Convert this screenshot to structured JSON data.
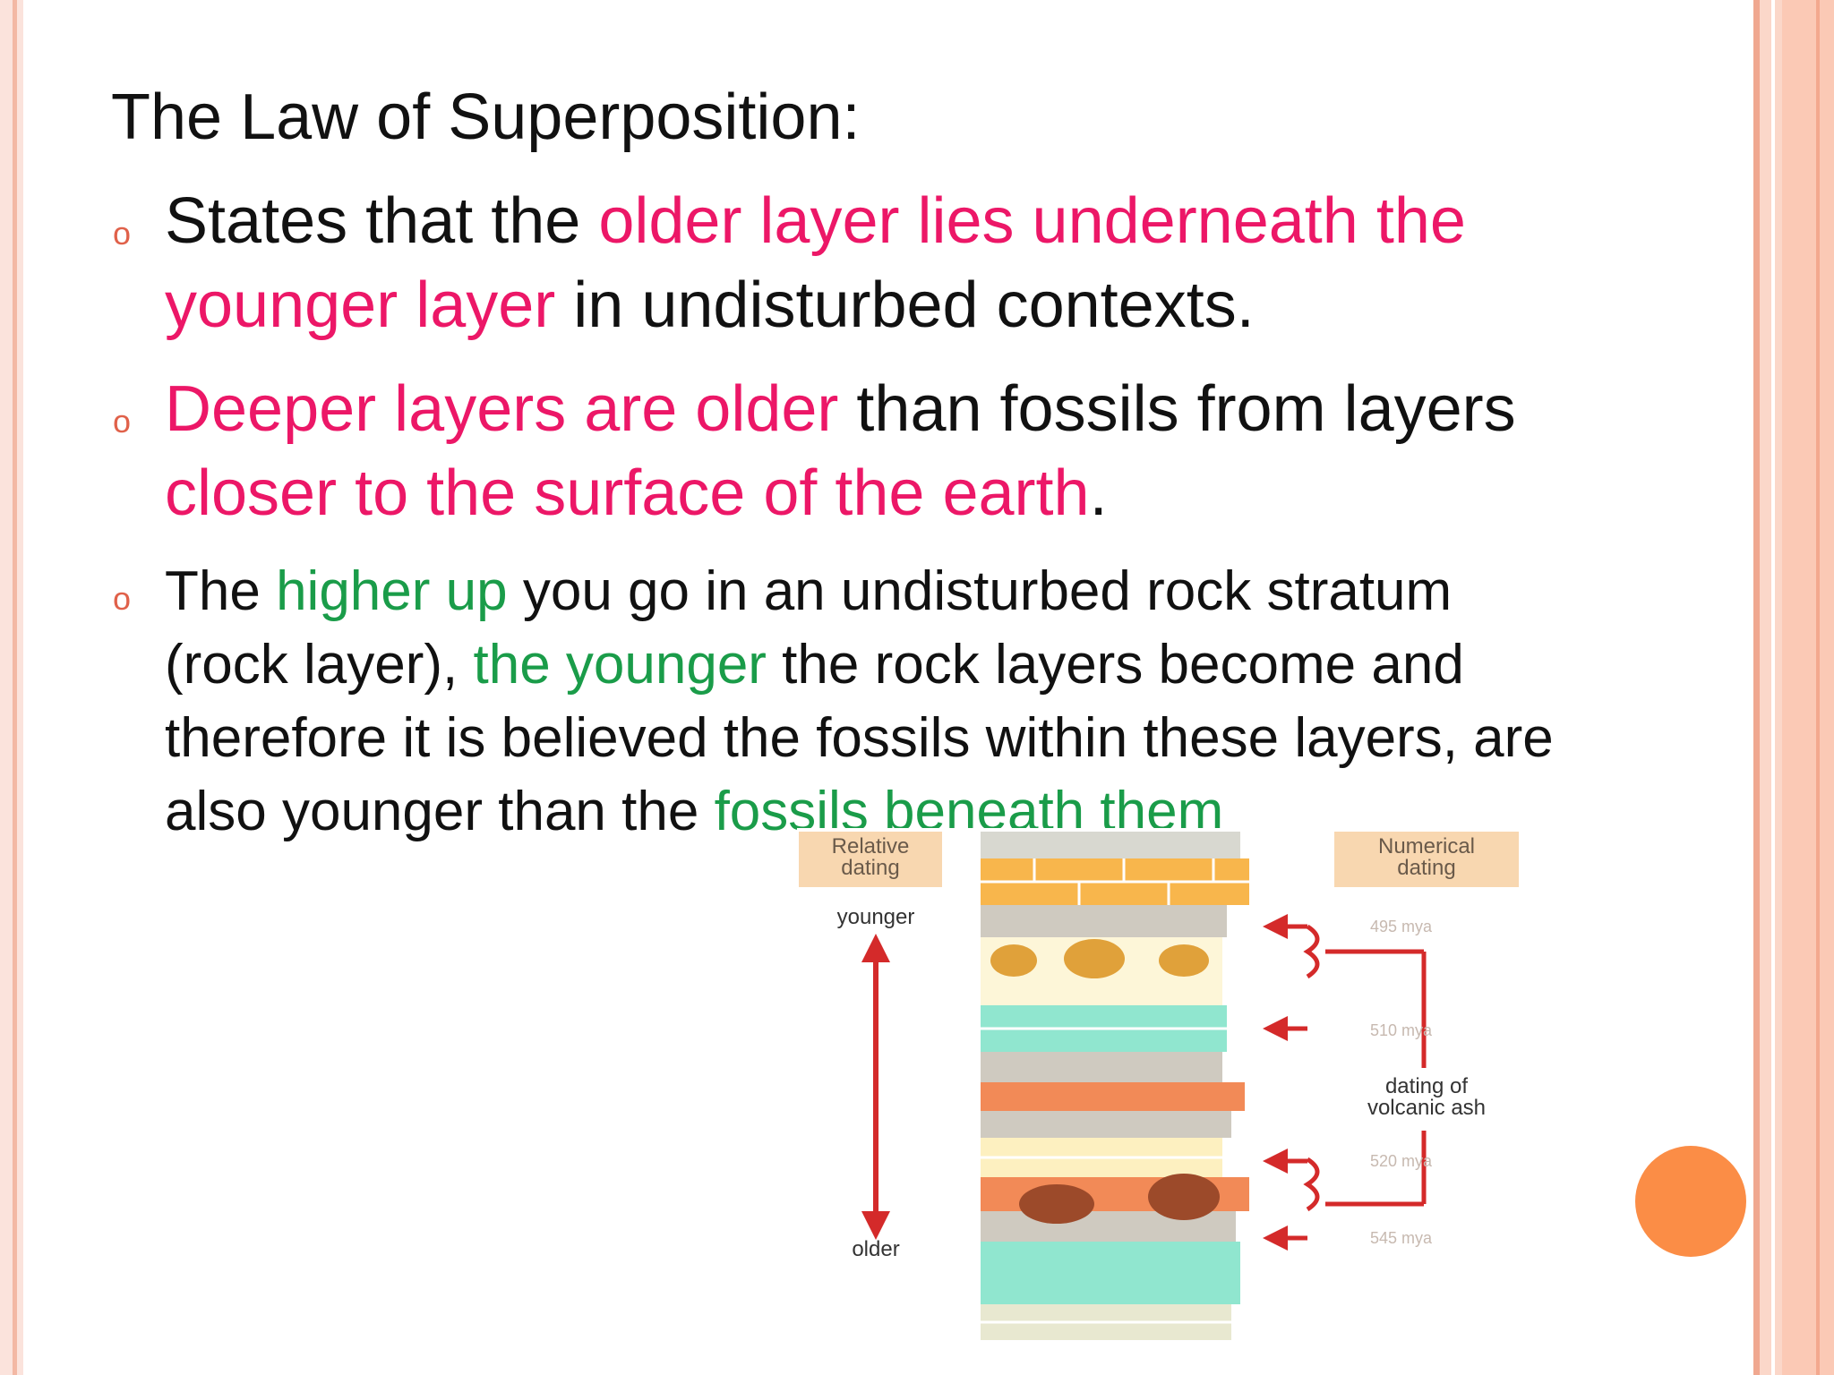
{
  "slide": {
    "title": "The Law of Superposition:",
    "bullet_marker": "o",
    "bullet1": {
      "a": "States that the ",
      "b": "older layer lies underneath the younger layer",
      "c": " in undisturbed contexts."
    },
    "bullet2": {
      "a": "Deeper layers are older",
      "b": " than fossils from layers ",
      "c": "closer to the surface of the earth",
      "d": "."
    },
    "bullet3": {
      "a": "The ",
      "b": "higher up",
      "c": " you go in an undisturbed rock stratum (rock layer), ",
      "d": "the younger",
      "e": " the rock layers become and therefore it is believed the fossils within these layers, are also younger than the ",
      "f": "fossils beneath them"
    }
  },
  "diagram": {
    "relative_label": "Relative dating",
    "numerical_label": "Numerical dating",
    "younger": "younger",
    "older": "older",
    "ages": [
      "495 mya",
      "510 mya",
      "520 mya",
      "545 mya"
    ],
    "ash_label": "dating of volcanic ash"
  },
  "colors": {
    "accent_pink": "#ec1767",
    "accent_green": "#1a9c49",
    "arrow_red": "#d42a2a",
    "dot_orange": "#fb8d46"
  }
}
